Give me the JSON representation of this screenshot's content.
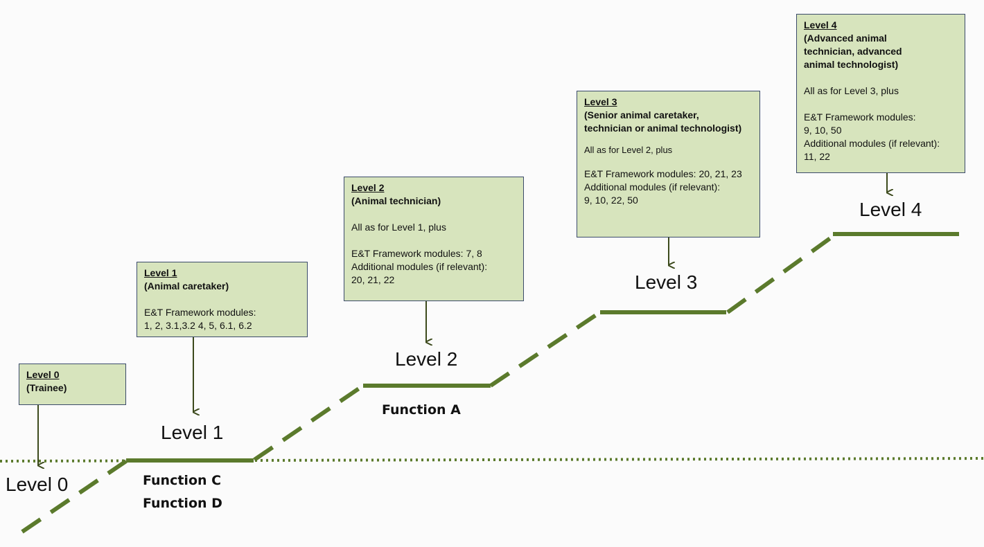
{
  "colors": {
    "line": "#5b7a2c",
    "arrow": "#3c4a1c",
    "box_fill": "#d7e4bd",
    "box_border": "#3a4a6a"
  },
  "boxes": [
    {
      "level": "Level 0",
      "role": "(Trainee)"
    },
    {
      "level": "Level 1",
      "role": "(Animal caretaker)",
      "modules": "E&T Framework modules:\n1, 2, 3.1,3.2 4, 5, 6.1, 6.2"
    },
    {
      "level": "Level 2",
      "role": "(Animal technician)",
      "intro": "All as for Level 1, plus",
      "modules": "E&T Framework modules: 7, 8\nAdditional modules (if relevant):\n20, 21, 22"
    },
    {
      "level": "Level 3",
      "role": "(Senior animal caretaker,\ntechnician or animal technologist)",
      "intro": "All as for Level  2, plus",
      "modules": "E&T Framework modules: 20, 21, 23\nAdditional modules (if relevant):\n9, 10, 22, 50"
    },
    {
      "level": "Level 4",
      "role": "(Advanced animal\ntechnician, advanced\nanimal technologist)",
      "intro": "All as for Level 3, plus",
      "modules": "E&T Framework modules:\n9, 10, 50\nAdditional modules (if relevant):\n11, 22"
    }
  ],
  "level_labels": [
    "Level 0",
    "Level 1",
    "Level 2",
    "Level 3",
    "Level 4"
  ],
  "functions": {
    "level1": [
      "Function C",
      "Function D"
    ],
    "level2": [
      "Function A"
    ]
  }
}
